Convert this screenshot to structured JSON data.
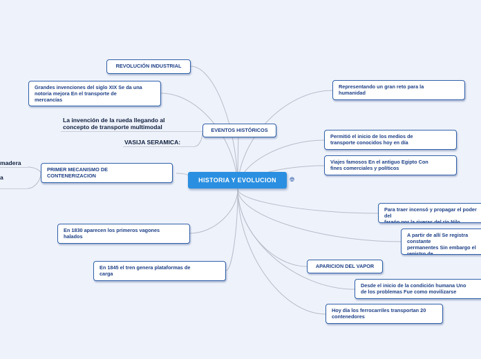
{
  "center": {
    "label": "HISTORIA Y EVOLUCION",
    "icon": "globe-icon"
  },
  "nodes": [
    {
      "id": "revolucion",
      "text": "REVOLUCIÓN INDUSTRIAL"
    },
    {
      "id": "grandes",
      "text": "Grandes invenciones del siglo XIX Se da una\nnotoria mejora En el transporte de\nmercancías"
    },
    {
      "id": "eventos",
      "text": "EVENTOS HISTÓRICOS"
    },
    {
      "id": "primer",
      "text": "PRIMER MECANISMO DE\nCONTENERIZACION"
    },
    {
      "id": "vagones",
      "text": "En 1830 aparecen los primeros vagones\nhalados"
    },
    {
      "id": "plataformas",
      "text": "En 1845 el tren genera plataformas de\ncarga"
    },
    {
      "id": "reto",
      "text": "Representando un gran reto para la\nhumanidad"
    },
    {
      "id": "permitio",
      "text": "Permitió el inicio de los medios de\ntransporte conocidos hoy en día"
    },
    {
      "id": "viajes",
      "text": "Viajes famosos En el antiguo Egipto Con\nfines comerciales y políticos"
    },
    {
      "id": "farao",
      "text": "Para traer incensó y propagar el poder del\nfaraón por la riveras del río Nilo"
    },
    {
      "id": "apartir",
      "text": "A partir de allí Se registra constante\npermanentes Sin embargo el registro de\nlas mercancías se manejan"
    },
    {
      "id": "vapor",
      "text": "APARICION DEL VAPOR"
    },
    {
      "id": "desde",
      "text": "Desde el inicio de la condición humana Uno\nde los problemas  Fue como movilizarse"
    },
    {
      "id": "hoy",
      "text": "Hoy día los ferrocarriles transportan 20\ncontenedores"
    }
  ],
  "plain": [
    {
      "id": "rueda",
      "text": "La invención de la rueda llegando al\nconcepto de transporte multimodal"
    },
    {
      "id": "vasija",
      "text": "VASIJA SERAMICA:"
    },
    {
      "id": "madera",
      "text": "madera"
    },
    {
      "id": "a",
      "text": "a"
    }
  ],
  "colors": {
    "background": "#eef2fb",
    "center": "#2a8fe0",
    "node_border": "#2f5fa8",
    "node_text": "#1d3f86",
    "link": "#b7bcc8"
  }
}
